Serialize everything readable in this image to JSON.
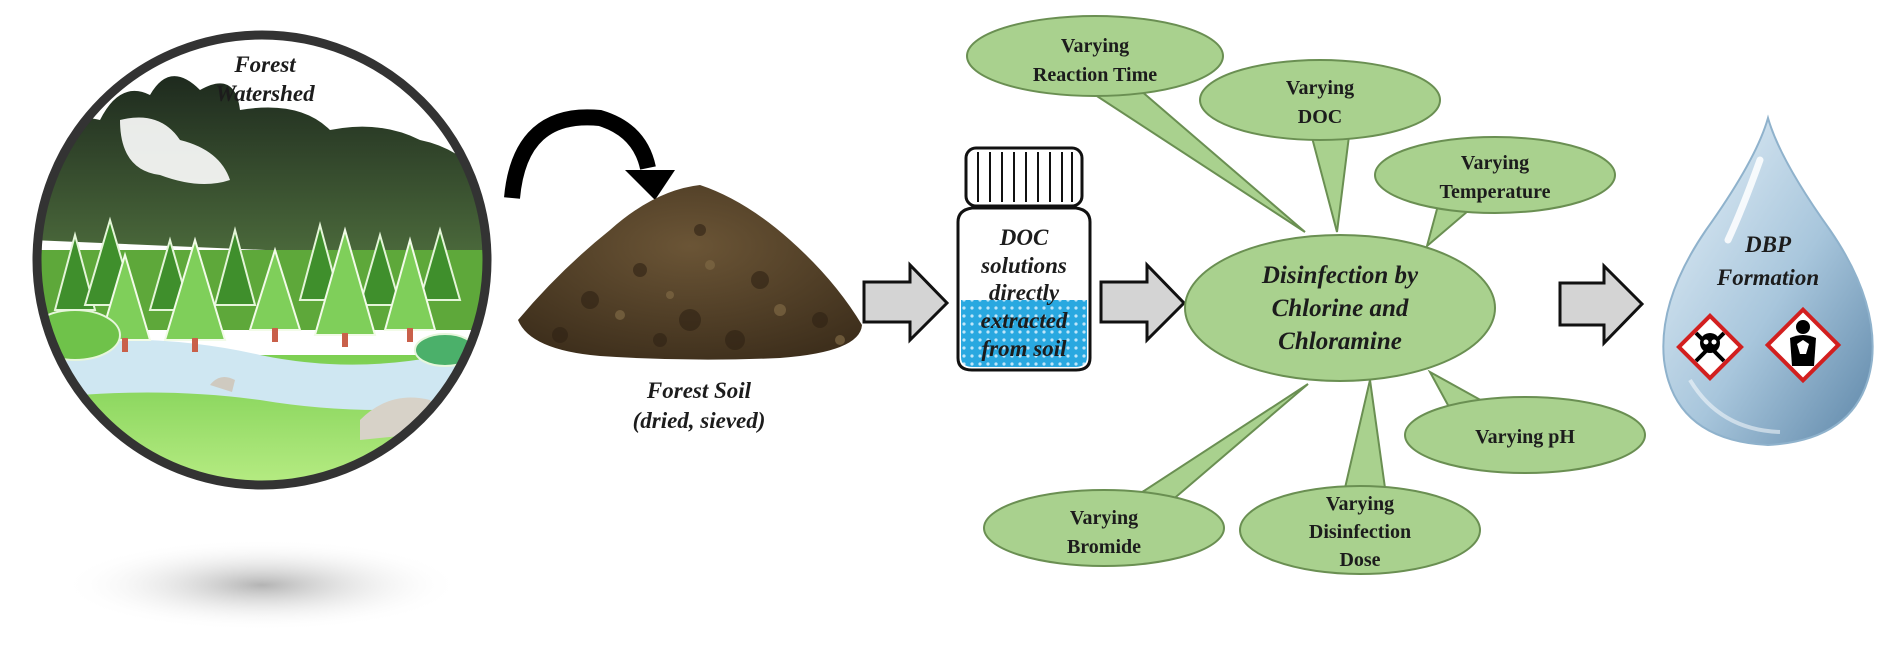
{
  "watershed": {
    "title_line1": "Forest",
    "title_line2": "Watershed"
  },
  "soil": {
    "caption_line1": "Forest Soil",
    "caption_line2": "(dried, sieved)"
  },
  "bottle": {
    "line1": "DOC",
    "line2": "solutions",
    "line3": "directly",
    "line4": "extracted",
    "line5": "from soil"
  },
  "center": {
    "line1": "Disinfection by",
    "line2": "Chlorine and",
    "line3": "Chloramine"
  },
  "bubbles": {
    "reaction_time": {
      "line1": "Varying",
      "line2": "Reaction Time"
    },
    "doc": {
      "line1": "Varying",
      "line2": "DOC"
    },
    "temperature": {
      "line1": "Varying",
      "line2": "Temperature"
    },
    "ph": {
      "line1": "Varying pH"
    },
    "dose": {
      "line1": "Varying",
      "line2": "Disinfection",
      "line3": "Dose"
    },
    "bromide": {
      "line1": "Varying",
      "line2": "Bromide"
    }
  },
  "droplet": {
    "line1": "DBP",
    "line2": "Formation"
  },
  "colors": {
    "bubble_fill": "#a9d18e",
    "bubble_stroke": "#6a8f52",
    "arrow_fill": "#d4d4d4",
    "water_blue": "#29a8e0",
    "hazard_red": "#d21f1f"
  },
  "icons": [
    "curved-arrow-icon",
    "block-arrow-icon",
    "skull-crossbones-icon",
    "health-hazard-icon"
  ]
}
